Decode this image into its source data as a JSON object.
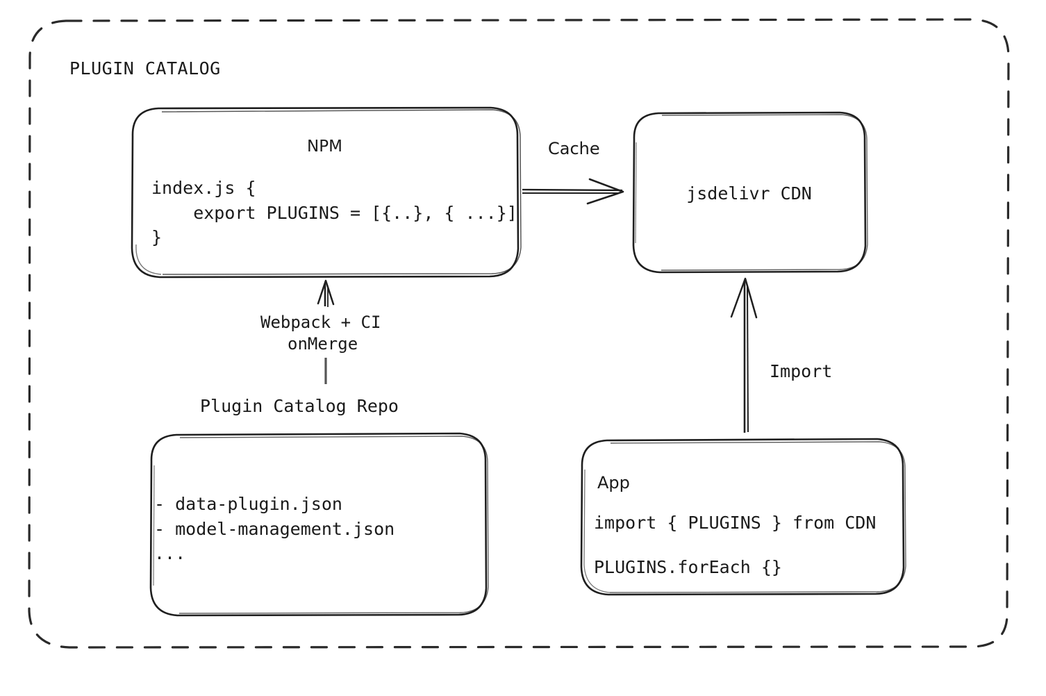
{
  "diagram": {
    "title": "PLUGIN CATALOG",
    "background_color": "#ffffff",
    "stroke_color": "#1a1a1a",
    "container": {
      "name": "plugin-catalog-group",
      "border_style": "dashed",
      "label": "PLUGIN CATALOG"
    },
    "nodes": [
      {
        "id": "npm",
        "title": "NPM",
        "code_lines": [
          "index.js {",
          "    export PLUGINS = [{..}, { ...}]",
          "}"
        ]
      },
      {
        "id": "jsdelivr-cdn",
        "title": "jsdelivr CDN"
      },
      {
        "id": "plugin-catalog-repo",
        "caption": "Plugin Catalog Repo",
        "file_lines": [
          "- data-plugin.json",
          "- model-management.json",
          "..."
        ]
      },
      {
        "id": "app",
        "title": "App",
        "code_lines": [
          "import { PLUGINS } from CDN",
          "PLUGINS.forEach {}"
        ]
      }
    ],
    "edges": [
      {
        "id": "npm-to-cdn",
        "label": "Cache",
        "from": "npm",
        "to": "jsdelivr-cdn",
        "direction": "right"
      },
      {
        "id": "repo-to-npm",
        "label_line1": "Webpack + CI",
        "label_line2": "onMerge",
        "from": "plugin-catalog-repo",
        "to": "npm",
        "direction": "up"
      },
      {
        "id": "app-to-cdn",
        "label": "Import",
        "from": "app",
        "to": "jsdelivr-cdn",
        "direction": "up"
      }
    ]
  }
}
